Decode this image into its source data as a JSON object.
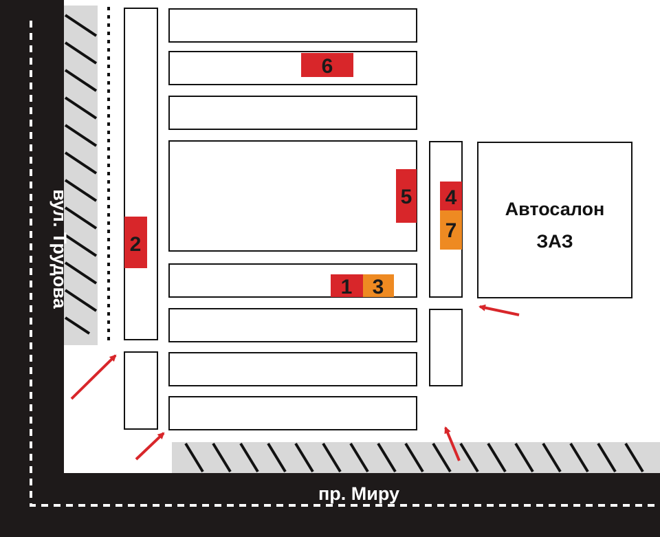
{
  "streets": {
    "vertical": "вул. Трудова",
    "horizontal": "пр. Миру"
  },
  "landmark": {
    "line1": "Автосалон",
    "line2": "ЗАЗ"
  },
  "markers": [
    {
      "label": "1",
      "color": "#d8262a"
    },
    {
      "label": "2",
      "color": "#d8262a"
    },
    {
      "label": "3",
      "color": "#ee8a22"
    },
    {
      "label": "4",
      "color": "#d8262a"
    },
    {
      "label": "5",
      "color": "#d8262a"
    },
    {
      "label": "6",
      "color": "#d8262a"
    },
    {
      "label": "7",
      "color": "#ee8a22"
    }
  ],
  "colors": {
    "road": "#1e1a1a",
    "sidewalk": "#d8d8d8",
    "arrow": "#d8262a",
    "block_stroke": "#111111"
  }
}
